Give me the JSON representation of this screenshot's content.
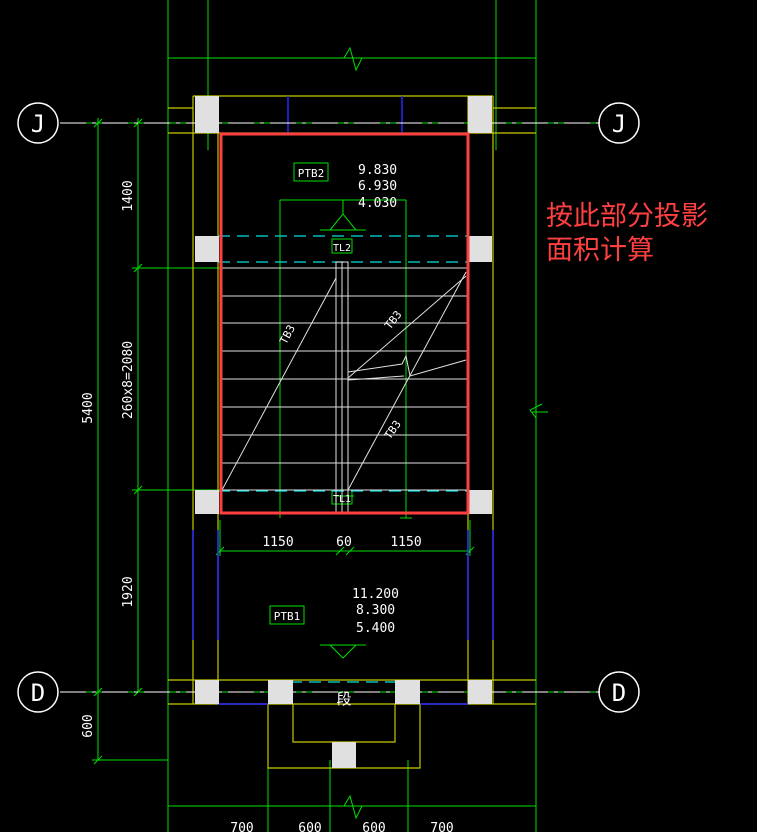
{
  "grid_axes": {
    "top": "J",
    "bottom": "D"
  },
  "platform_top": {
    "name": "PTB2",
    "levels": [
      "9.830",
      "6.930",
      "4.030"
    ]
  },
  "platform_bottom": {
    "name": "PTB1",
    "levels": [
      "11.200",
      "8.300",
      "5.400"
    ]
  },
  "beam_labels": {
    "upper": "TL2",
    "lower": "TL1"
  },
  "stair_labels": [
    "TB3",
    "TB3",
    "TB3"
  ],
  "dimensions": {
    "left_total": "5400",
    "left_segments": [
      "1400",
      "260x8=2080",
      "1920"
    ],
    "left_bottom": "600",
    "width_segments": [
      "1150",
      "60",
      "1150"
    ],
    "bottom_segments": [
      "700",
      "600",
      "600",
      "700"
    ]
  },
  "door_label": "段",
  "annotation": {
    "line1": "按此部分投影",
    "line2": "面积计算",
    "color": "#ff4040"
  },
  "colors": {
    "dim": "#00e000",
    "wall": "#c8c800",
    "area": "#ff4040",
    "cyan": "#00e0e0",
    "blue": "#2828ff"
  }
}
